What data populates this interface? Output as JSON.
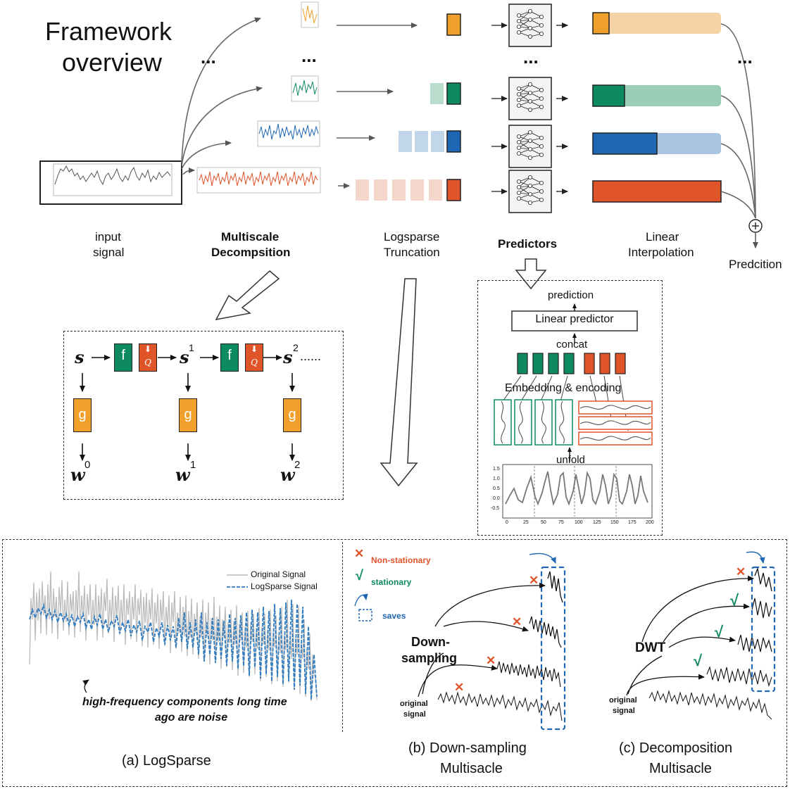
{
  "title": [
    "Framework",
    "overview"
  ],
  "ellipsis": "...",
  "stage_labels": {
    "input": [
      "input",
      "signal"
    ],
    "decomposition": [
      "Multiscale",
      "Decompsition"
    ],
    "truncation": [
      "Logsparse",
      "Truncation"
    ],
    "predictors": "Predictors",
    "interpolation": [
      "Linear",
      "Interpolation"
    ],
    "prediction": "Predcition"
  },
  "colors": {
    "orange": "#F0A02A",
    "green": "#0E8A63",
    "blue": "#1F66B5",
    "red": "#E0542A",
    "orange_light": "#F4D3A6",
    "green_light": "#9BCDB8",
    "blue_light": "#A8C4E0",
    "red_light": "#F4D6CB"
  },
  "decomp_detail": {
    "s": "s",
    "s1": "s",
    "s1_sup": "1",
    "s2": "s",
    "s2_sup": "2",
    "trail": "......",
    "f": "f",
    "q": "Q",
    "g": "g",
    "w": "w",
    "w_sups": [
      "0",
      "1",
      "2"
    ]
  },
  "predictor_detail": {
    "prediction": "prediction",
    "linear_predictor": "Linear predictor",
    "concat": "concat",
    "embedding": "Embedding & encoding",
    "unfold": "unfold",
    "x_ticks": [
      "0",
      "25",
      "50",
      "75",
      "100",
      "125",
      "150",
      "175",
      "200"
    ],
    "y_ticks": [
      "1.5",
      "1.0",
      "0.5",
      "0.0",
      "-0.5"
    ]
  },
  "panel_a": {
    "legend_original": "Original Signal",
    "legend_logsparse": "LogSparse Signal",
    "note_line1": "high-frequency components long time",
    "note_line2": "ago are noise",
    "caption": "(a) LogSparse"
  },
  "legend_b": {
    "non_stationary": "Non-stationary",
    "stationary": "stationary",
    "saves": "saves",
    "cross": "✕",
    "check": "√"
  },
  "panel_b": {
    "label_line1": "Down-",
    "label_line2": "sampling",
    "orig_line1": "original",
    "orig_line2": "signal",
    "caption_line1": "(b) Down-sampling",
    "caption_line2": "Multisacle"
  },
  "panel_c": {
    "label": "DWT",
    "orig_line1": "original",
    "orig_line2": "signal",
    "caption_line1": "(c) Decomposition",
    "caption_line2": "Multisacle"
  }
}
